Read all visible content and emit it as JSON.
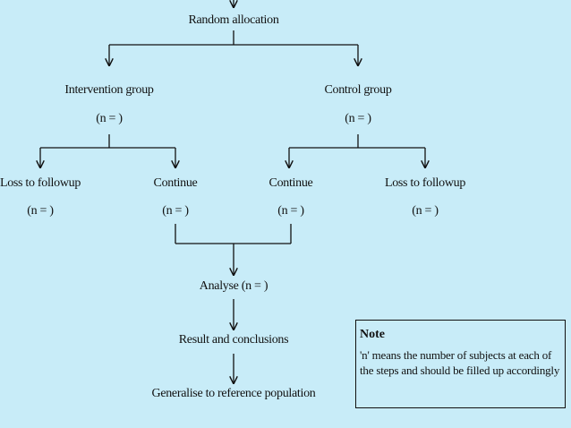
{
  "colors": {
    "background": "#c8ecf8",
    "line": "#111111",
    "text": "#111111"
  },
  "nodes": {
    "random_allocation": "Random allocation",
    "intervention": {
      "title": "Intervention group",
      "count": "(n =  )"
    },
    "control": {
      "title": "Control group",
      "count": "(n =  )"
    },
    "loss_left": {
      "title": "Loss to followup",
      "count": "(n =  )"
    },
    "continue_left": {
      "title": "Continue",
      "count": "(n =  )"
    },
    "continue_right": {
      "title": "Continue",
      "count": "(n =  )"
    },
    "loss_right": {
      "title": "Loss to followup",
      "count": "(n =  )"
    },
    "analyse": "Analyse (n =  )",
    "result": "Result and conclusions",
    "generalise": "Generalise to reference population"
  },
  "note": {
    "title": "Note",
    "text": "'n' means the number of subjects at each of the steps and should be filled up accordingly"
  }
}
